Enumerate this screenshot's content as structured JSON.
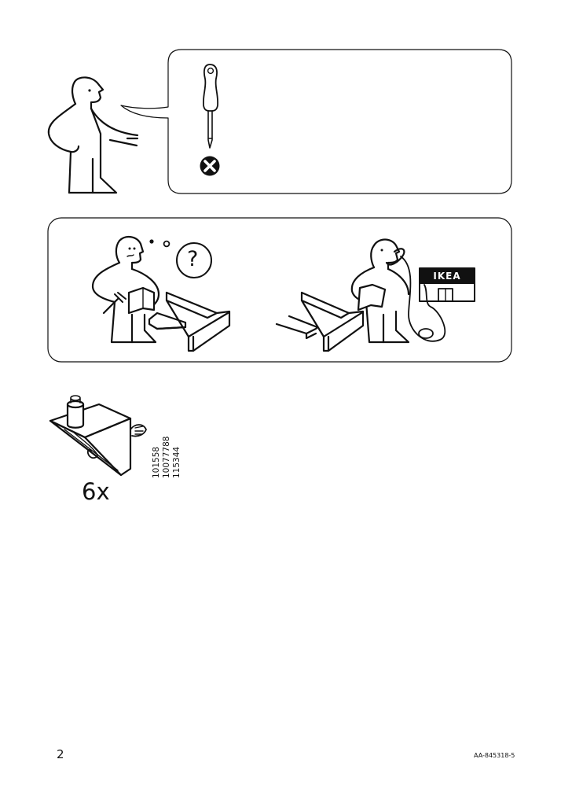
{
  "panel_tools": {
    "tool_icon": "screwdriver-icon",
    "status_icon": "forbidden-x-icon"
  },
  "panel_help": {
    "question_symbol": "?",
    "store_sign": "IKEA"
  },
  "part": {
    "icon": "shelf-support-pin-icon",
    "quantity": "6x",
    "numbers": [
      "101558",
      "10077788",
      "115344"
    ]
  },
  "footer": {
    "page_number": "2",
    "doc_id": "AA-845318-5"
  }
}
